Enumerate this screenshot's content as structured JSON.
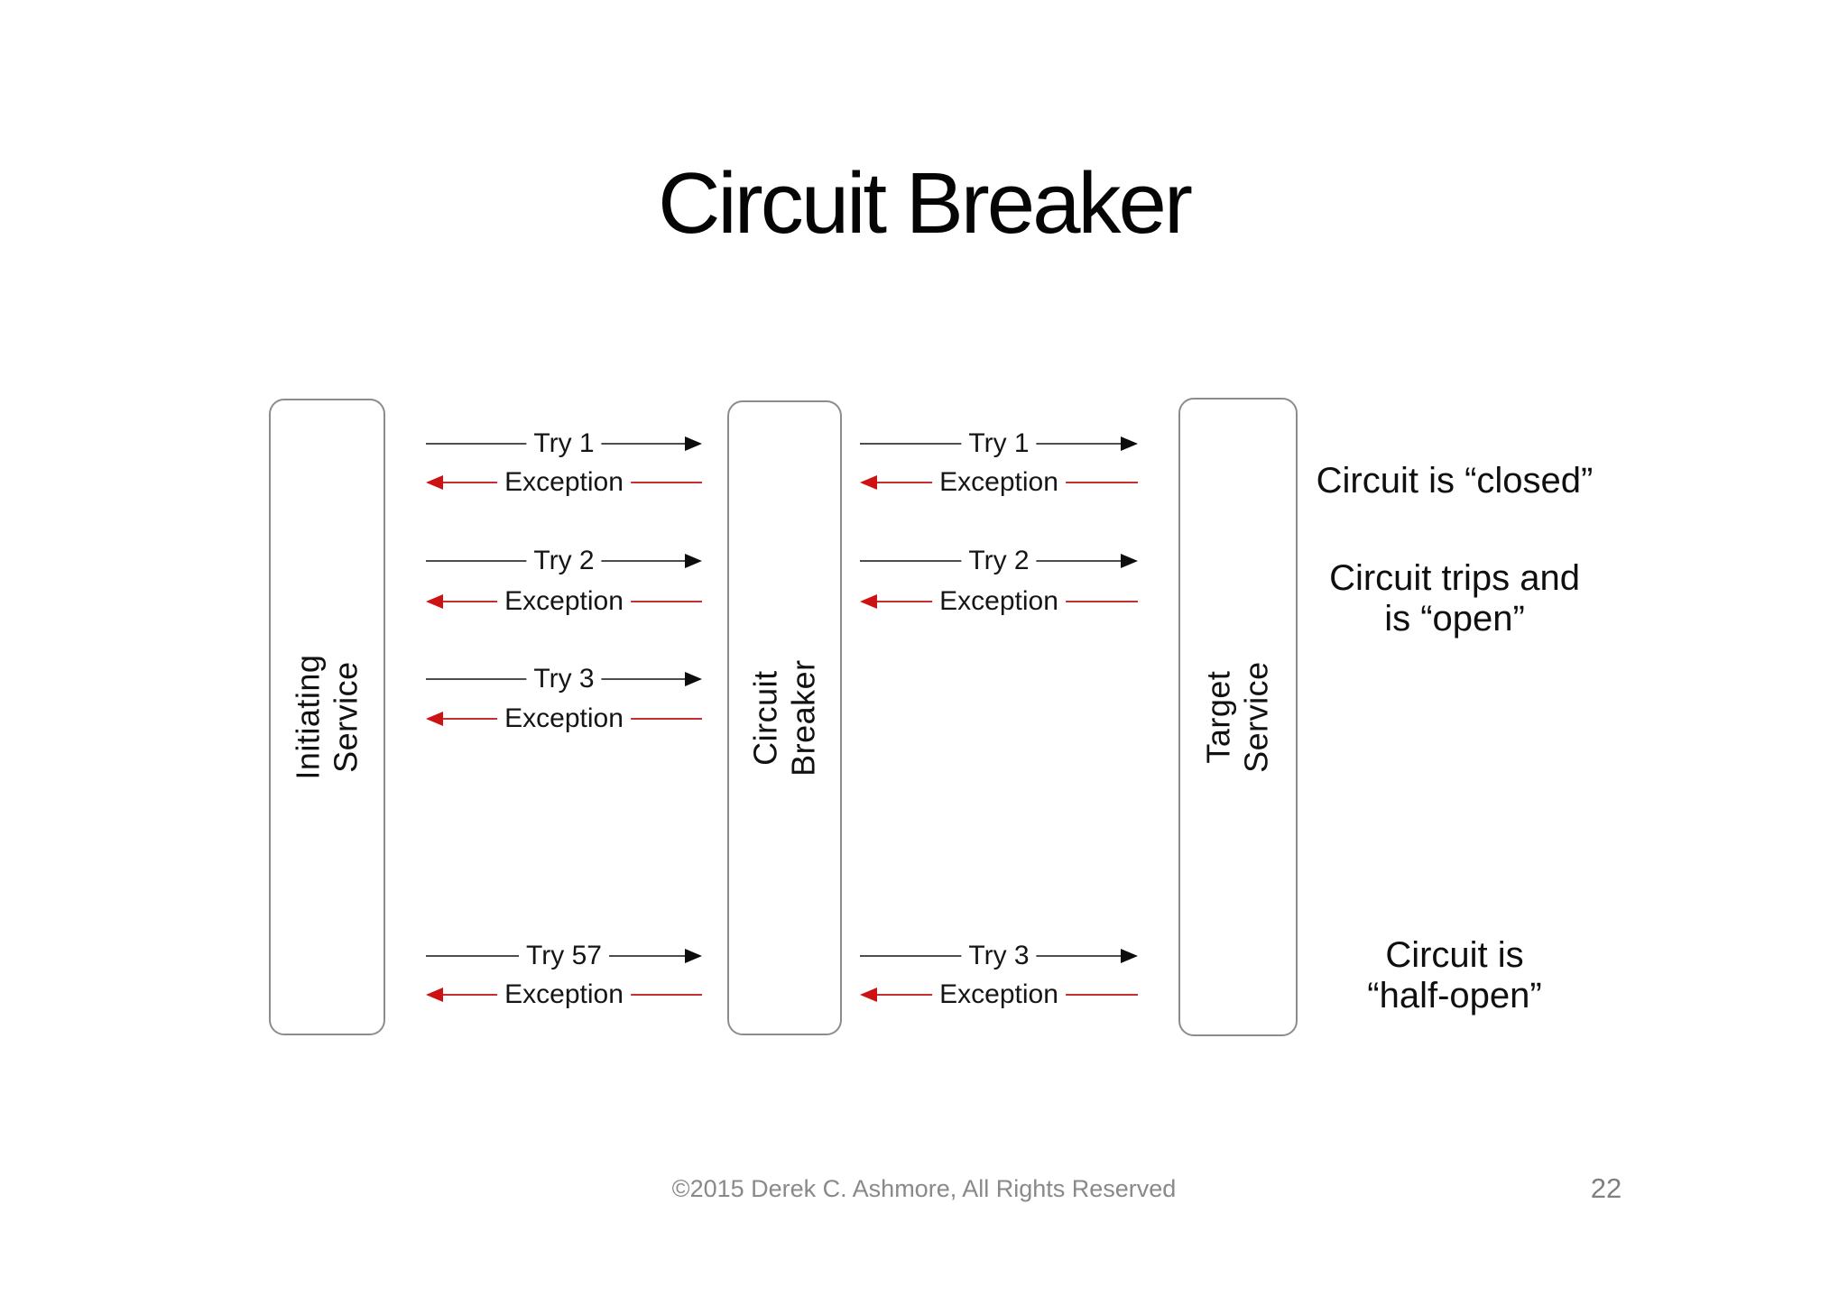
{
  "slide": {
    "title": "Circuit Breaker",
    "footer": {
      "copyright": "©2015 Derek C. Ashmore, All Rights Reserved",
      "page_number": "22"
    }
  },
  "lanes": [
    {
      "id": "initiating-service",
      "label": "Initiating\nService"
    },
    {
      "id": "circuit-breaker",
      "label": "Circuit\nBreaker"
    },
    {
      "id": "target-service",
      "label": "Target\nService"
    }
  ],
  "messages": {
    "left": [
      {
        "label": "Try 1",
        "type": "request",
        "direction": "right"
      },
      {
        "label": "Exception",
        "type": "error",
        "direction": "left"
      },
      {
        "label": "Try 2",
        "type": "request",
        "direction": "right"
      },
      {
        "label": "Exception",
        "type": "error",
        "direction": "left"
      },
      {
        "label": "Try 3",
        "type": "request",
        "direction": "right"
      },
      {
        "label": "Exception",
        "type": "error",
        "direction": "left"
      },
      {
        "label": "Try 57",
        "type": "request",
        "direction": "right"
      },
      {
        "label": "Exception",
        "type": "error",
        "direction": "left"
      }
    ],
    "right": [
      {
        "label": "Try 1",
        "type": "request",
        "direction": "right"
      },
      {
        "label": "Exception",
        "type": "error",
        "direction": "left"
      },
      {
        "label": "Try 2",
        "type": "request",
        "direction": "right"
      },
      {
        "label": "Exception",
        "type": "error",
        "direction": "left"
      },
      {
        "label": "Try 3",
        "type": "request",
        "direction": "right"
      },
      {
        "label": "Exception",
        "type": "error",
        "direction": "left"
      }
    ]
  },
  "annotations": [
    {
      "text": "Circuit is “closed”"
    },
    {
      "text": "Circuit trips and\nis “open”"
    },
    {
      "text": "Circuit is\n“half-open”"
    }
  ],
  "colors": {
    "error_red": "#cc1212",
    "error_line_red": "#c43030",
    "request_black": "#0d0d0d",
    "request_line_gray": "#4d4d4d",
    "box_border_gray": "#8c8c8c",
    "footer_gray": "#898989",
    "text_black": "#111111",
    "background": "#ffffff"
  }
}
